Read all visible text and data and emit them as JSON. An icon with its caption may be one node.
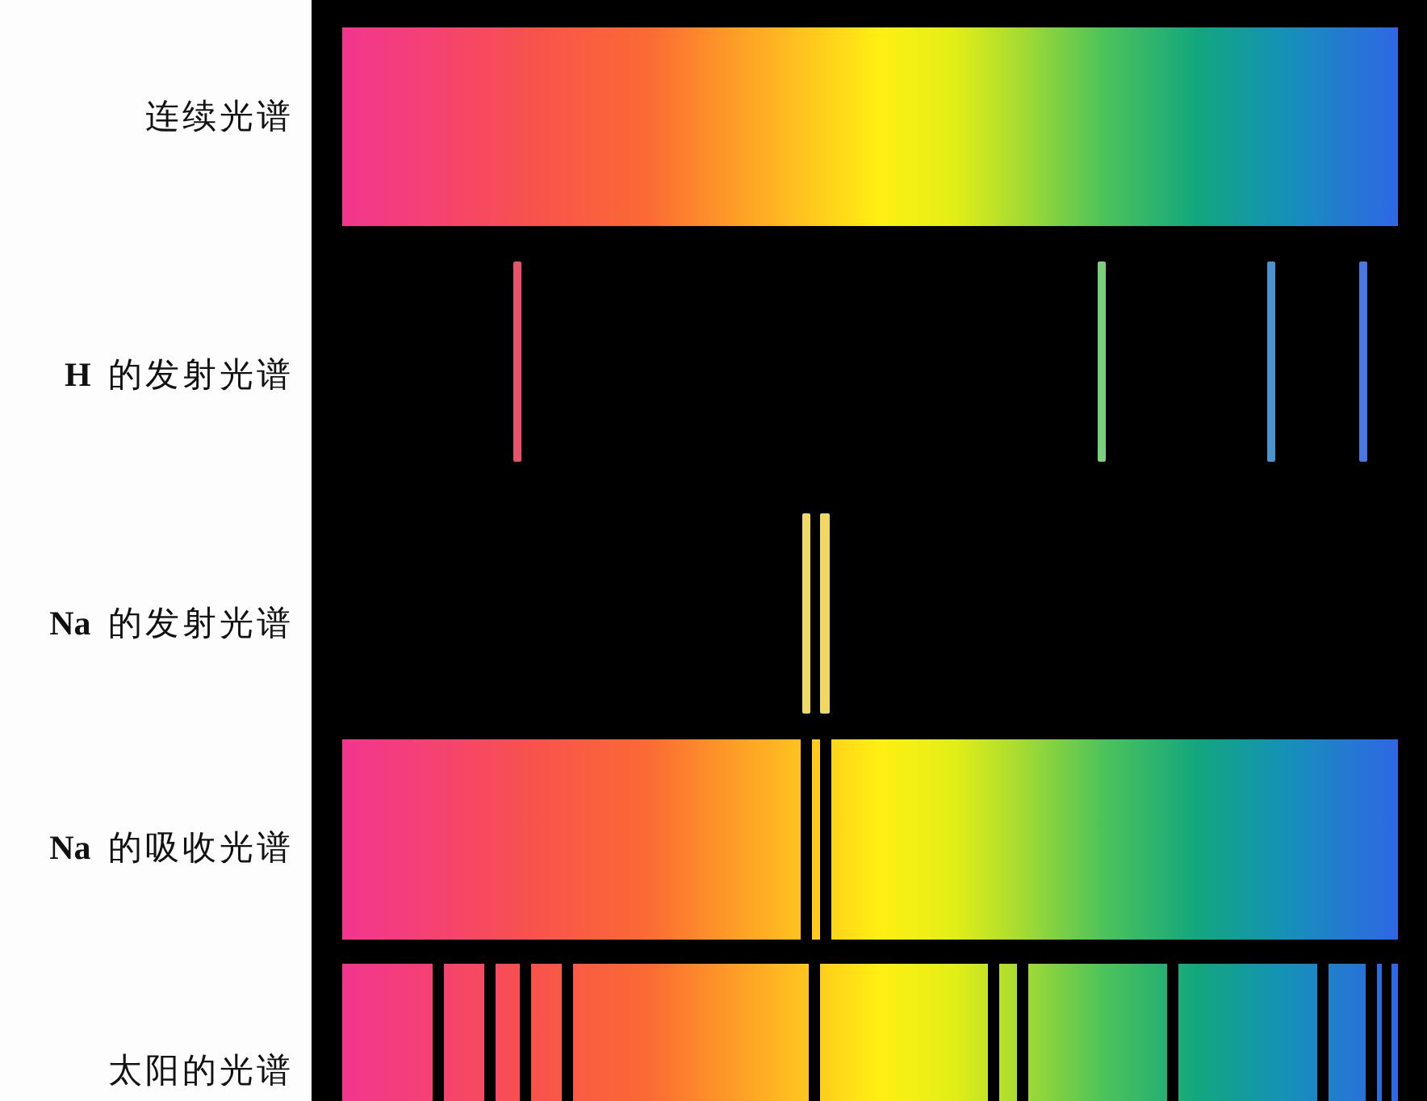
{
  "diagram": {
    "nodes": [
      {
        "text": [],
        "shape": "bar"
      },
      {
        "text": [],
        "shape": "lines"
      },
      {
        "text": [],
        "shape": "lines"
      },
      {
        "text": [],
        "shape": "bar"
      },
      {
        "text": [],
        "shape": "bar"
      }
    ],
    "labels": [
      "连续光谱",
      "**H** 的发射光谱",
      "**Na** 的发射光谱",
      "**Na** 的吸收光谱",
      "太阳的光谱"
    ]
  }
}
